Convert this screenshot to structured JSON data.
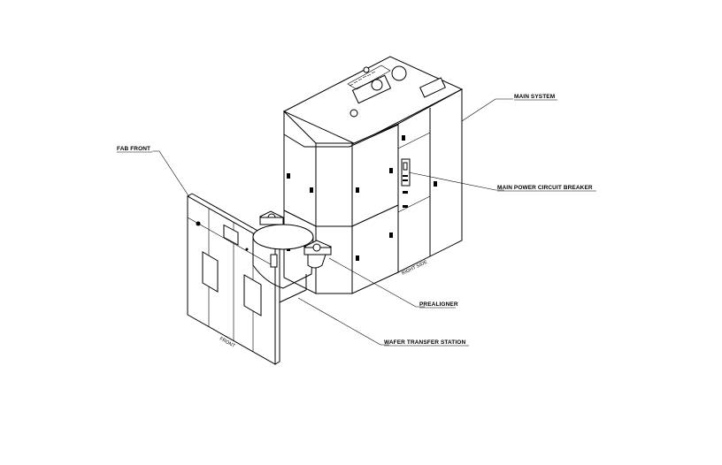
{
  "labels": {
    "main_system": "MAIN  SYSTEM",
    "fab_front": "FAB  FRONT",
    "main_power_circuit_breaker": "MAIN  POWER  CIRCUIT  BREAKER",
    "prealigner": "PREALIGNER",
    "wafer_transfer_station": "WAFER  TRANSFER  STATION",
    "right_side": "RIGHT  SIDE",
    "front": "FRONT"
  }
}
